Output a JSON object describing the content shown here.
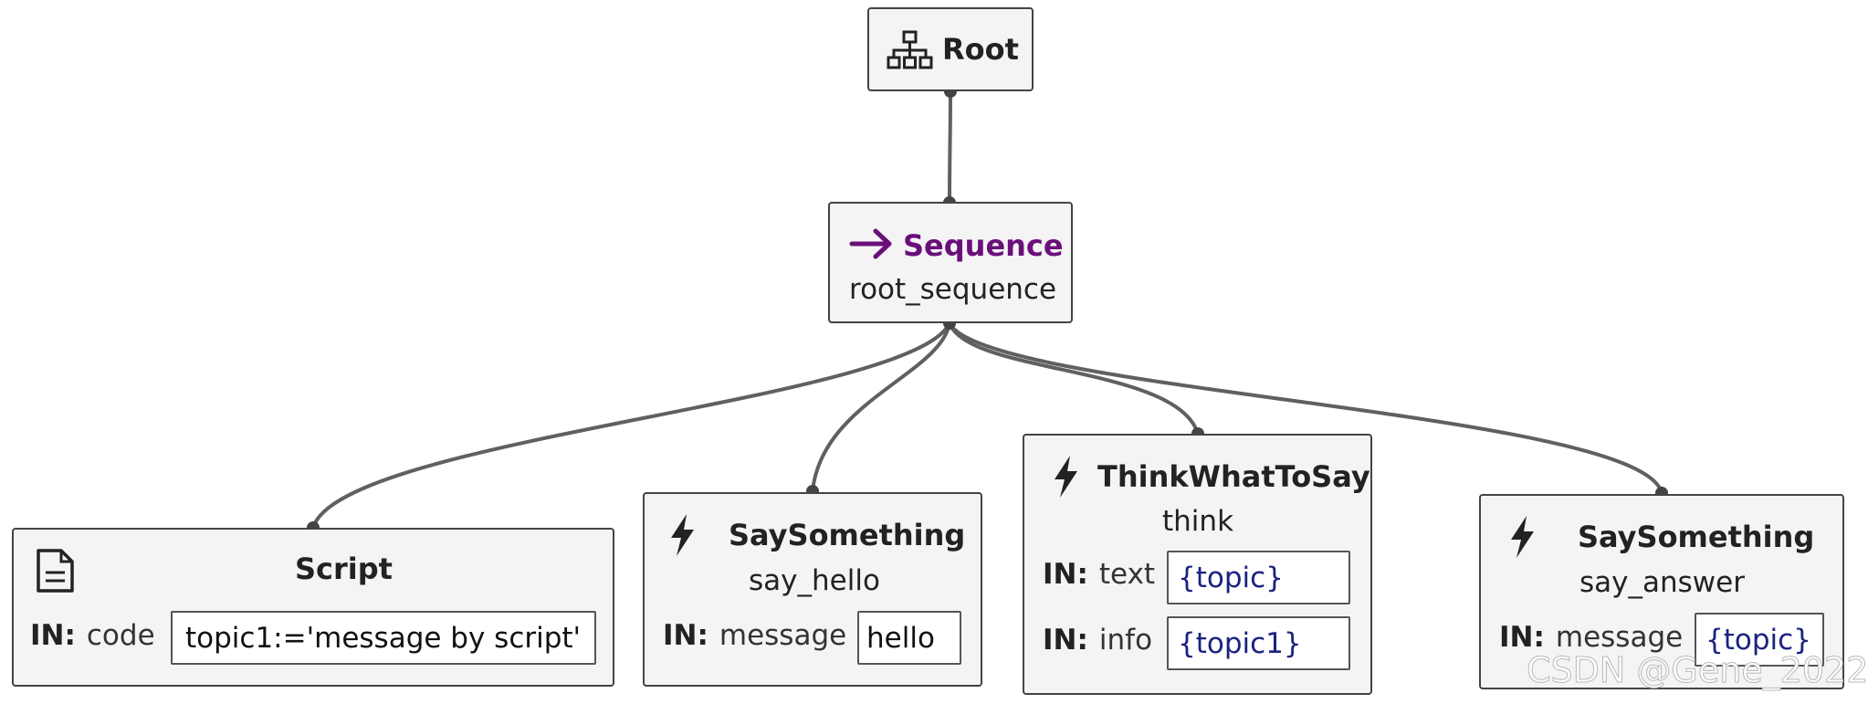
{
  "colors": {
    "edge": "#606060",
    "sequence_accent": "#6a0f7a",
    "variable_value": "#1a237e"
  },
  "nodes": {
    "root": {
      "title": "Root",
      "icon": "hierarchy-icon"
    },
    "sequence": {
      "title": "Sequence",
      "name": "root_sequence",
      "icon": "arrow-right-icon"
    },
    "script": {
      "title": "Script",
      "icon": "document-icon",
      "ports": [
        {
          "direction": "IN:",
          "name": "code",
          "value": "topic1:='message by script'"
        }
      ]
    },
    "say_hello": {
      "title": "SaySomething",
      "name": "say_hello",
      "icon": "lightning-icon",
      "ports": [
        {
          "direction": "IN:",
          "name": "message",
          "value": "hello"
        }
      ]
    },
    "think": {
      "title": "ThinkWhatToSay",
      "name": "think",
      "icon": "lightning-icon",
      "ports": [
        {
          "direction": "IN:",
          "name": "text",
          "value": "{topic}"
        },
        {
          "direction": "IN:",
          "name": "info",
          "value": "{topic1}"
        }
      ]
    },
    "say_answer": {
      "title": "SaySomething",
      "name": "say_answer",
      "icon": "lightning-icon",
      "ports": [
        {
          "direction": "IN:",
          "name": "message",
          "value": "{topic}"
        }
      ]
    }
  },
  "watermark": "CSDN @Gene_2022"
}
